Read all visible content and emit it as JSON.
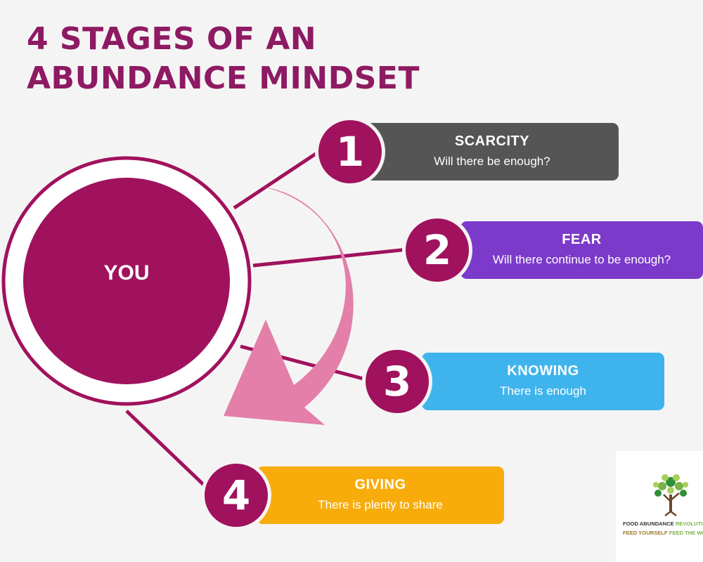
{
  "title": {
    "line1": "4 STAGES OF AN",
    "line2": "ABUNDANCE MINDSET"
  },
  "center": {
    "label": "YOU"
  },
  "stages": [
    {
      "number": "1",
      "name": "SCARCITY",
      "description": "Will there be enough?",
      "color": "#555555"
    },
    {
      "number": "2",
      "name": "FEAR",
      "description": "Will there continue to be enough?",
      "color": "#7b3ac9"
    },
    {
      "number": "3",
      "name": "KNOWING",
      "description": "There is enough",
      "color": "#3fb4ec"
    },
    {
      "number": "4",
      "name": "GIVING",
      "description": "There is plenty to share",
      "color": "#f8ac0c"
    }
  ],
  "logo": {
    "line1_a": "FOOD ABUNDANCE ",
    "line1_b": "REVOLUTION",
    "line2_a": "FEED YOURSELF ",
    "line2_b": "FEED THE WORLD"
  },
  "colors": {
    "primary": "#a0125d",
    "title": "#8e1a63",
    "arrow": "#e37fa8",
    "background": "#f5f4f4"
  }
}
